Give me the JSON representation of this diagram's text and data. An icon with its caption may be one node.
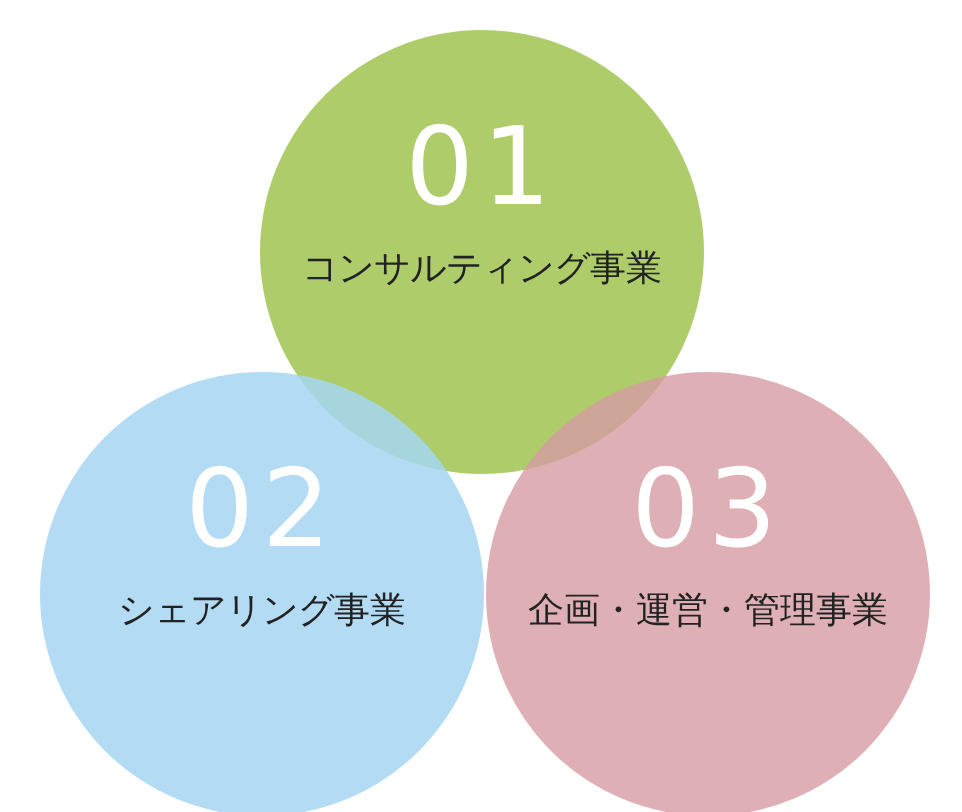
{
  "diagram": {
    "nodes": [
      {
        "text": [
          "01",
          "コンサルティング事業"
        ]
      },
      {
        "text": [
          "02",
          "シェアリング事業"
        ]
      },
      {
        "text": [
          "03",
          "企画・運営・管理事業"
        ]
      }
    ]
  }
}
